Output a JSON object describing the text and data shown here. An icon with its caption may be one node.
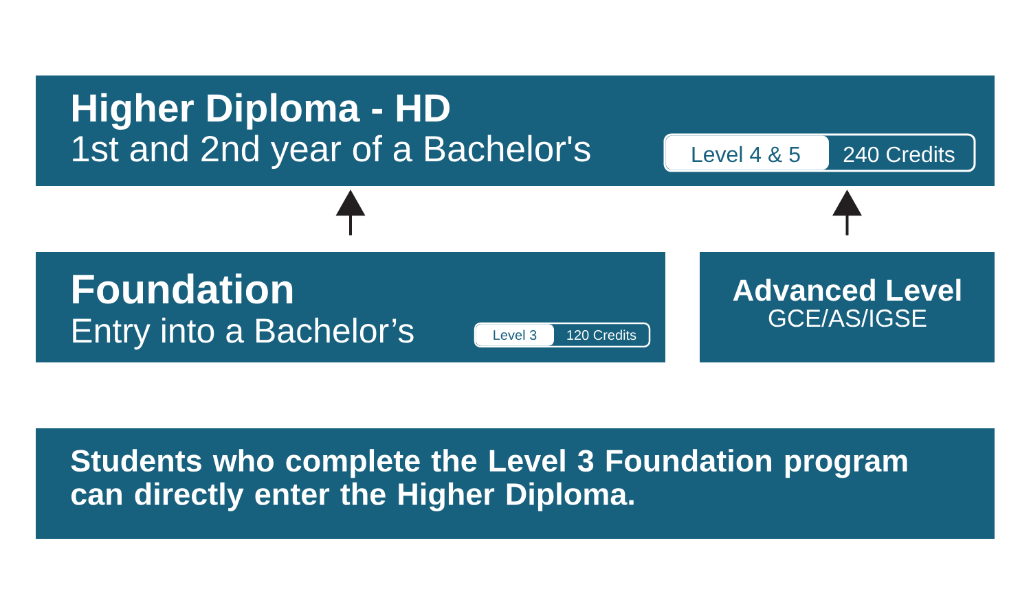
{
  "diagram": {
    "nodes": [
      {
        "text": [
          "Higher Diploma - HD",
          "1st and 2nd year of a Bachelor's"
        ]
      },
      {
        "text": [
          "Level 4 & 5",
          "240 Credits"
        ],
        "in": 0
      },
      {
        "text": [
          "Foundation",
          "Entry into a Bachelor’s"
        ]
      },
      {
        "text": [
          "Level 3",
          "120 Credits"
        ],
        "in": 2
      },
      {
        "text": [
          "Advanced Level",
          "GCE/AS/IGSE"
        ]
      },
      {
        "text": [
          "Students who complete the Level 3 Foundation program can directly enter the Higher Diploma."
        ]
      }
    ],
    "edges": [
      {
        "from": 2,
        "to": 0,
        "arrow": "to"
      },
      {
        "from": 4,
        "to": 0,
        "arrow": "to"
      }
    ]
  }
}
